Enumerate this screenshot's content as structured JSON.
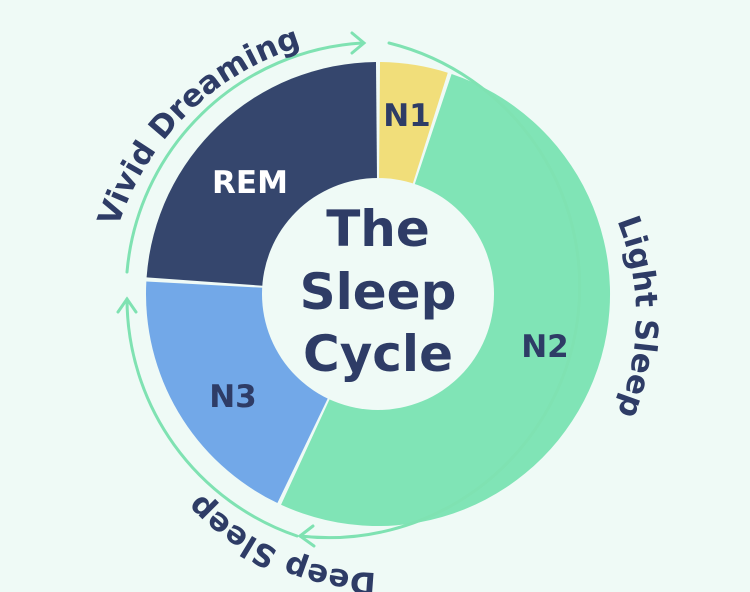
{
  "title": {
    "lines": [
      "The",
      "Sleep",
      "Cycle"
    ]
  },
  "segments": [
    {
      "label": "N1",
      "color": "#f1de7a",
      "text_color": "#2e3c66",
      "share": 0.05
    },
    {
      "label": "N2",
      "color": "#80e4b6",
      "text_color": "#2e3c66",
      "share": 0.52
    },
    {
      "label": "N3",
      "color": "#72a8e8",
      "text_color": "#2e3c66",
      "share": 0.19
    },
    {
      "label": "REM",
      "color": "#35466d",
      "text_color": "#ffffff",
      "share": 0.24
    }
  ],
  "ring_labels": {
    "light": "Light Sleep",
    "deep": "Deep Sleep",
    "rem": "Vivid Dreaming"
  },
  "colors": {
    "background": "#effaf6",
    "arrow": "#7fe2b2",
    "center": "#effaf6",
    "text": "#2e3c66"
  },
  "icons": {
    "arrow_head": "arrow-head-icon"
  }
}
